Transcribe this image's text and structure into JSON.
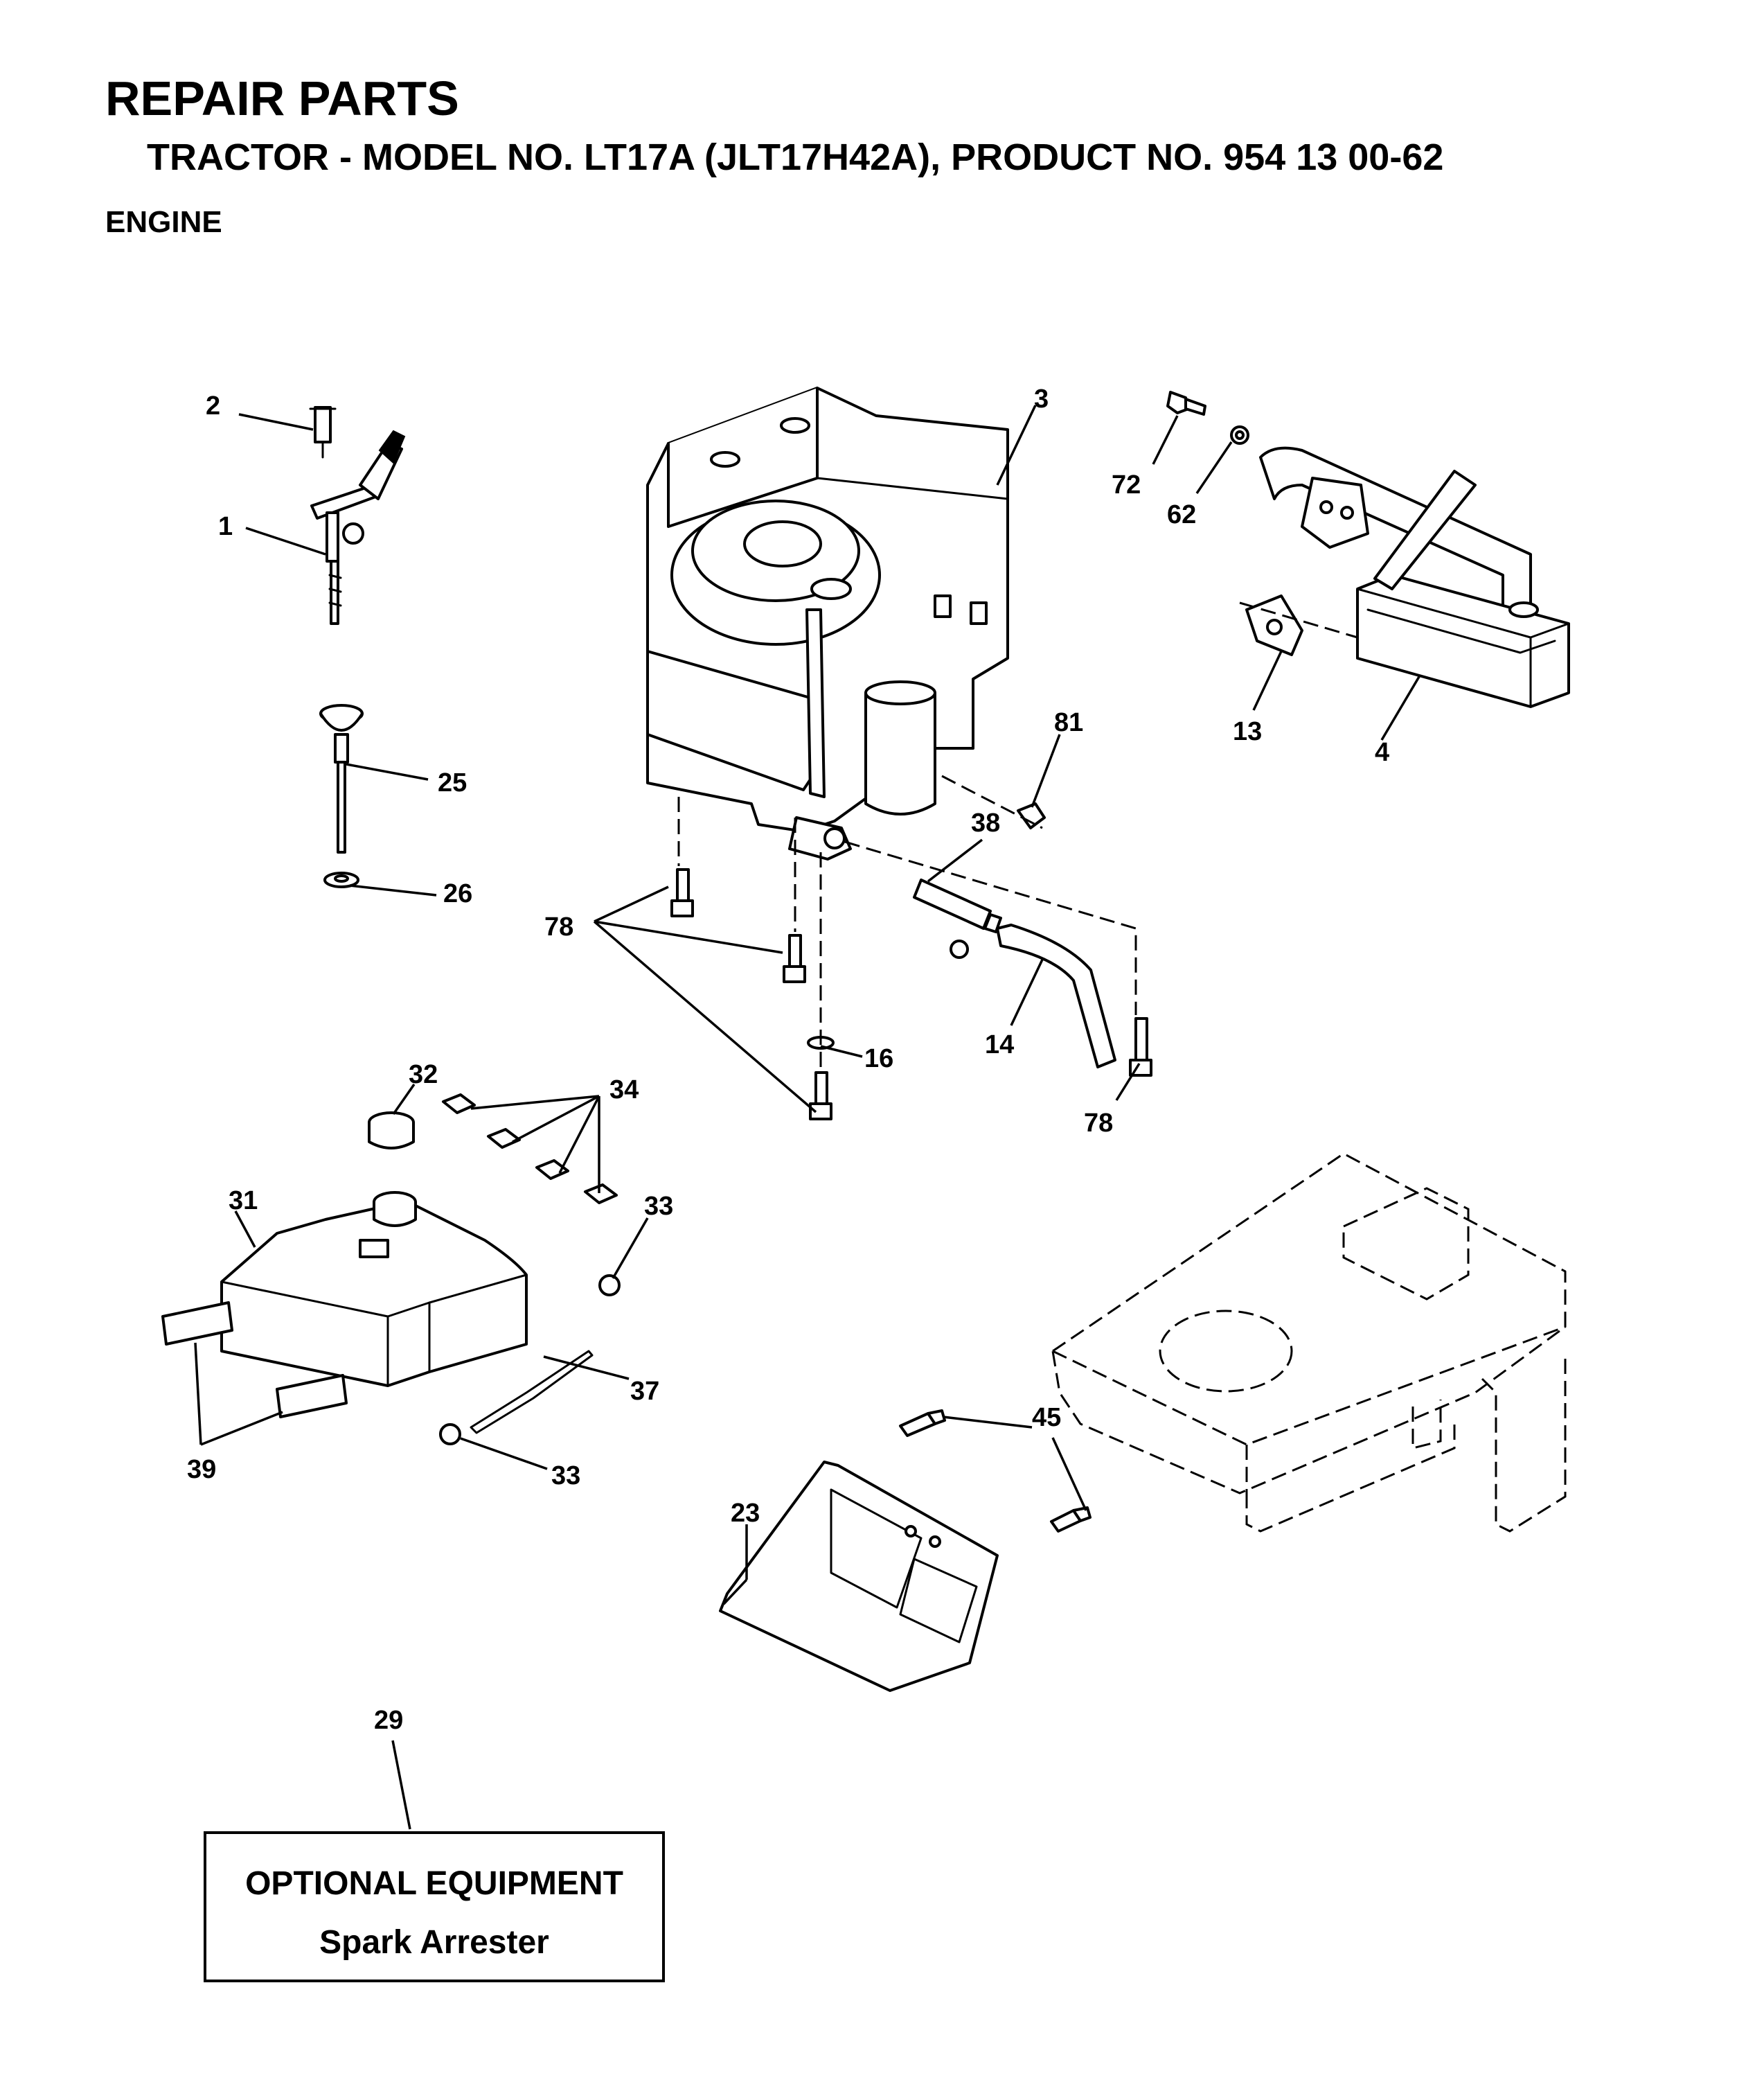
{
  "header": {
    "title": "REPAIR PARTS",
    "subtitle": "TRACTOR - MODEL NO. LT17A (JLT17H42A),   PRODUCT NO. 954 13 00-62",
    "section": "ENGINE"
  },
  "callouts": {
    "p1": "1",
    "p2": "2",
    "p3": "3",
    "p4": "4",
    "p13": "13",
    "p14": "14",
    "p16": "16",
    "p23": "23",
    "p25": "25",
    "p26": "26",
    "p29": "29",
    "p31": "31",
    "p32": "32",
    "p33a": "33",
    "p33b": "33",
    "p34": "34",
    "p37": "37",
    "p38": "38",
    "p39": "39",
    "p45": "45",
    "p62": "62",
    "p72": "72",
    "p78a": "78",
    "p78b": "78",
    "p81": "81"
  },
  "optional_box": {
    "title": "OPTIONAL EQUIPMENT",
    "item": "Spark Arrester"
  }
}
